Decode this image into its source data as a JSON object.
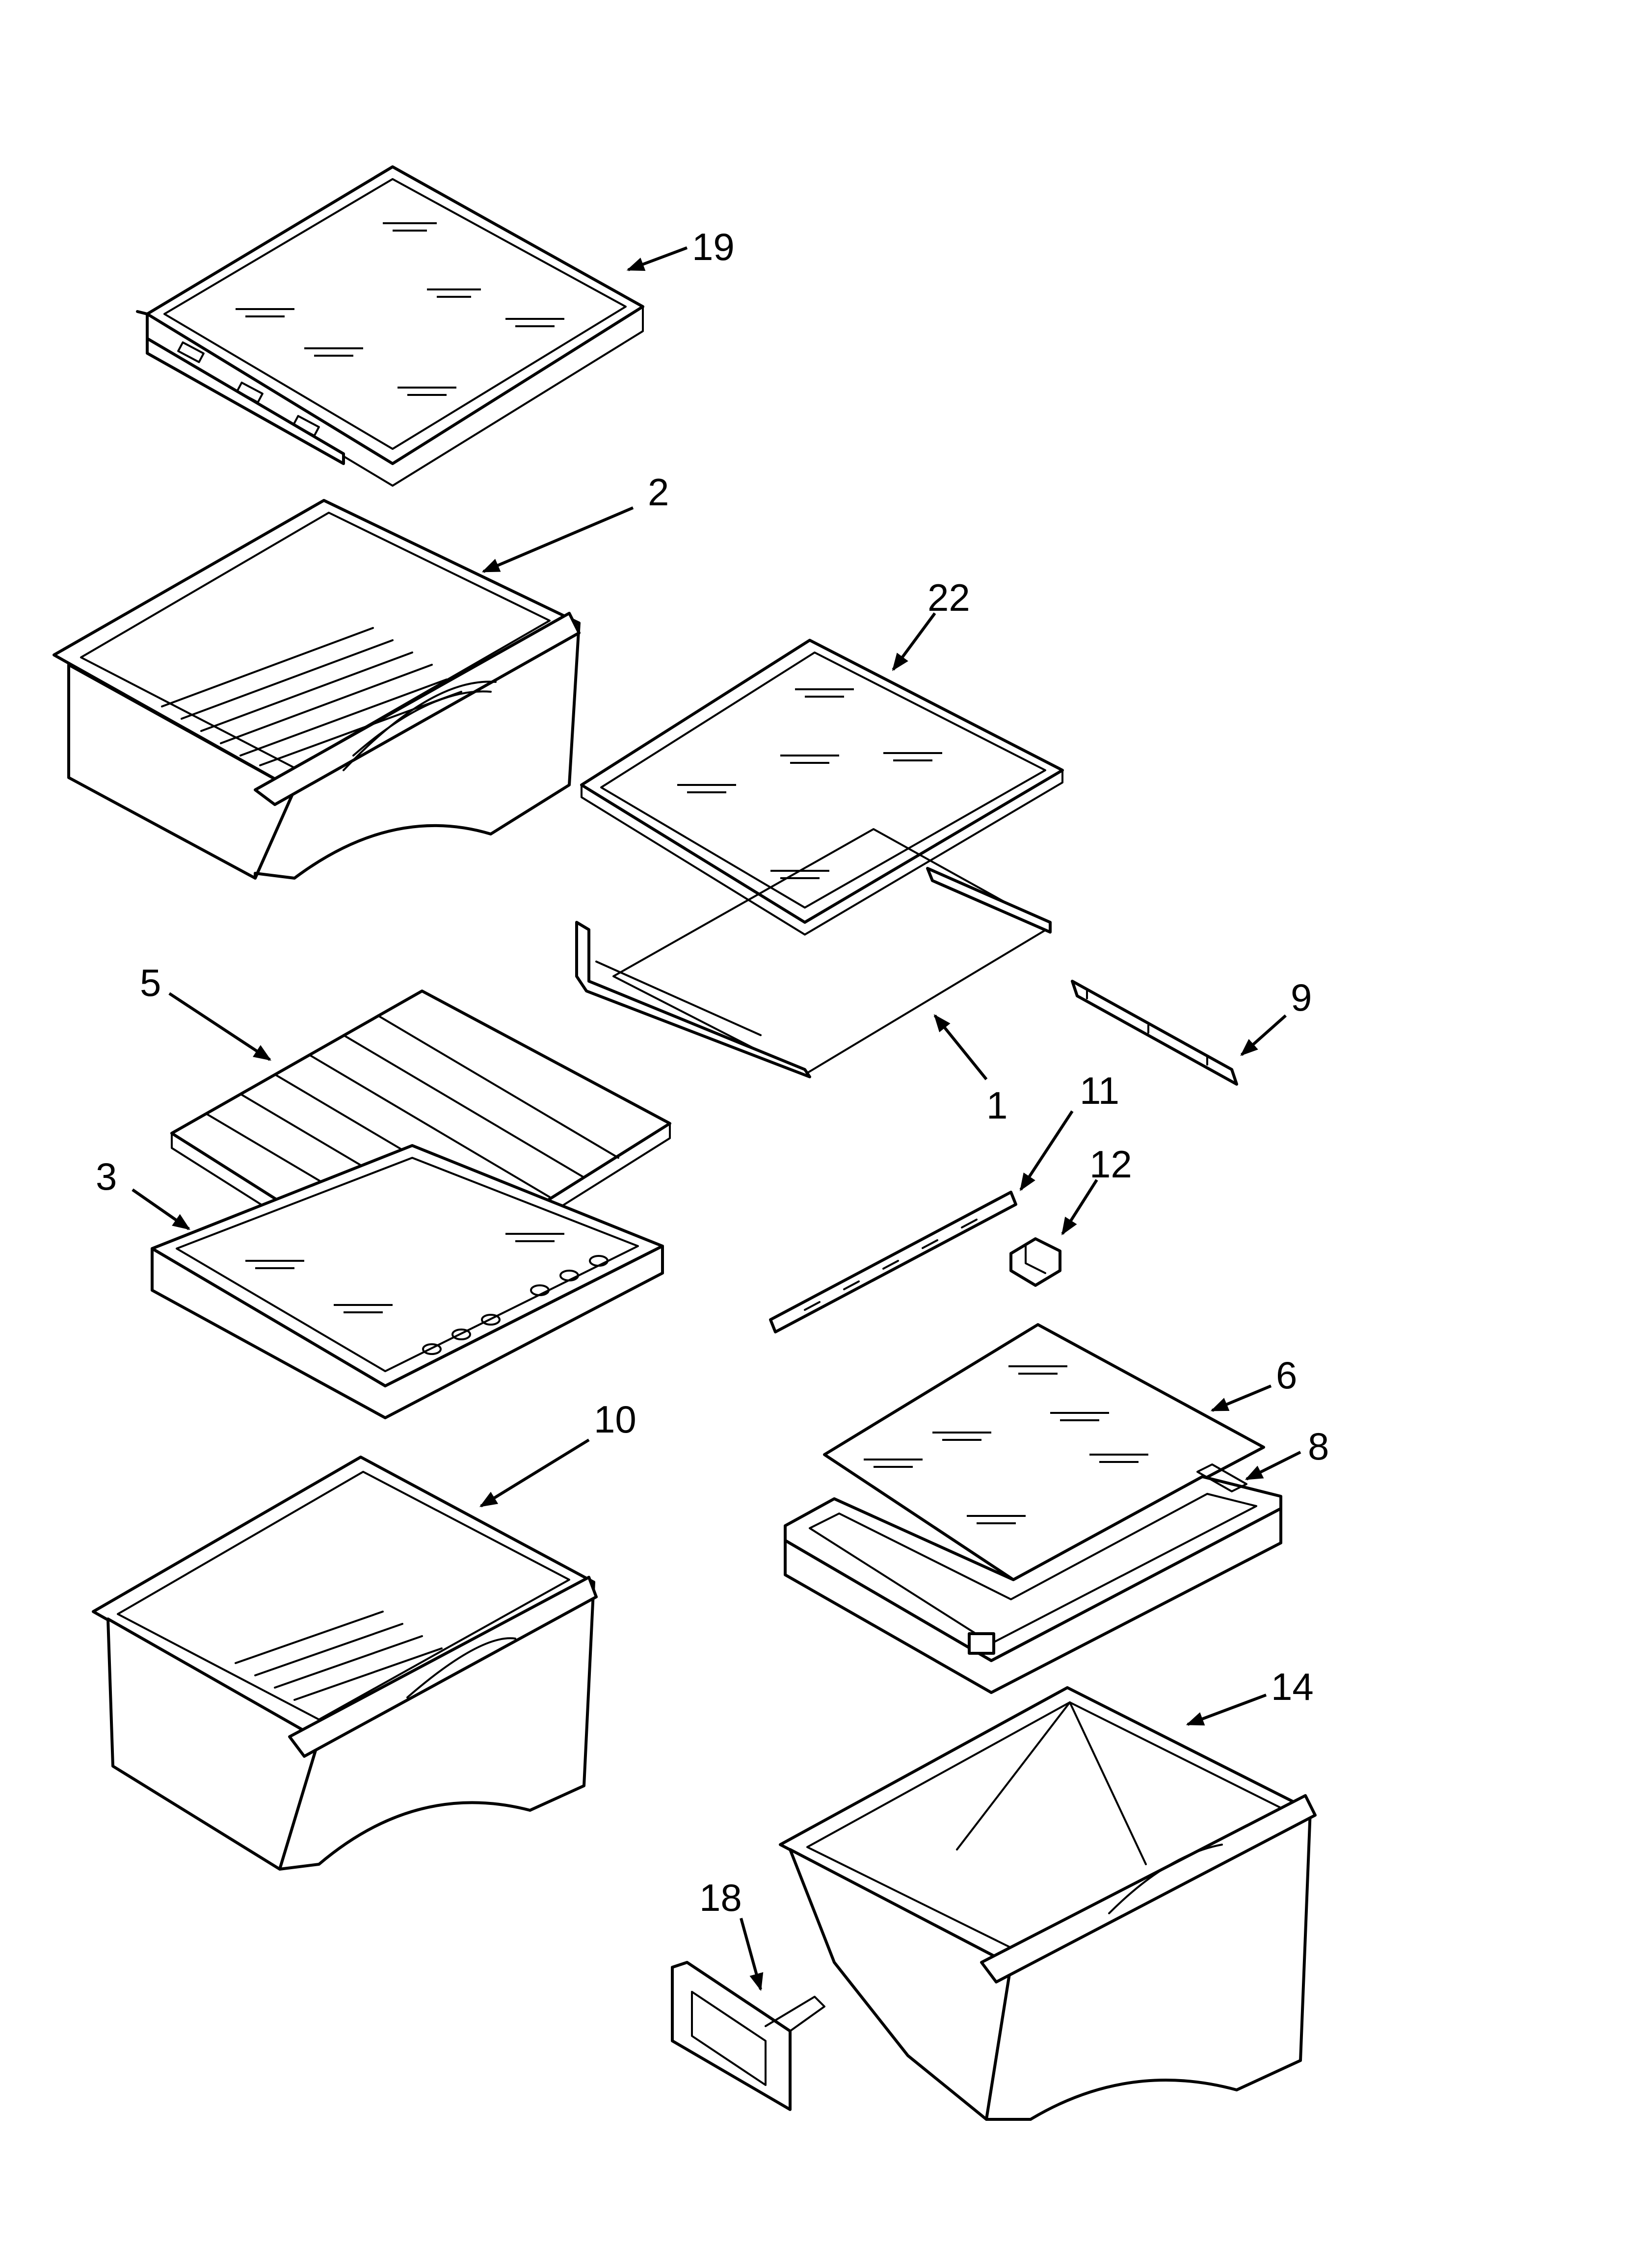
{
  "diagram": {
    "callouts": {
      "c19": "19",
      "c2": "2",
      "c22": "22",
      "c5": "5",
      "c1": "1",
      "c9": "9",
      "c11": "11",
      "c12": "12",
      "c3": "3",
      "c10": "10",
      "c6": "6",
      "c8": "8",
      "c14": "14",
      "c18": "18"
    }
  }
}
